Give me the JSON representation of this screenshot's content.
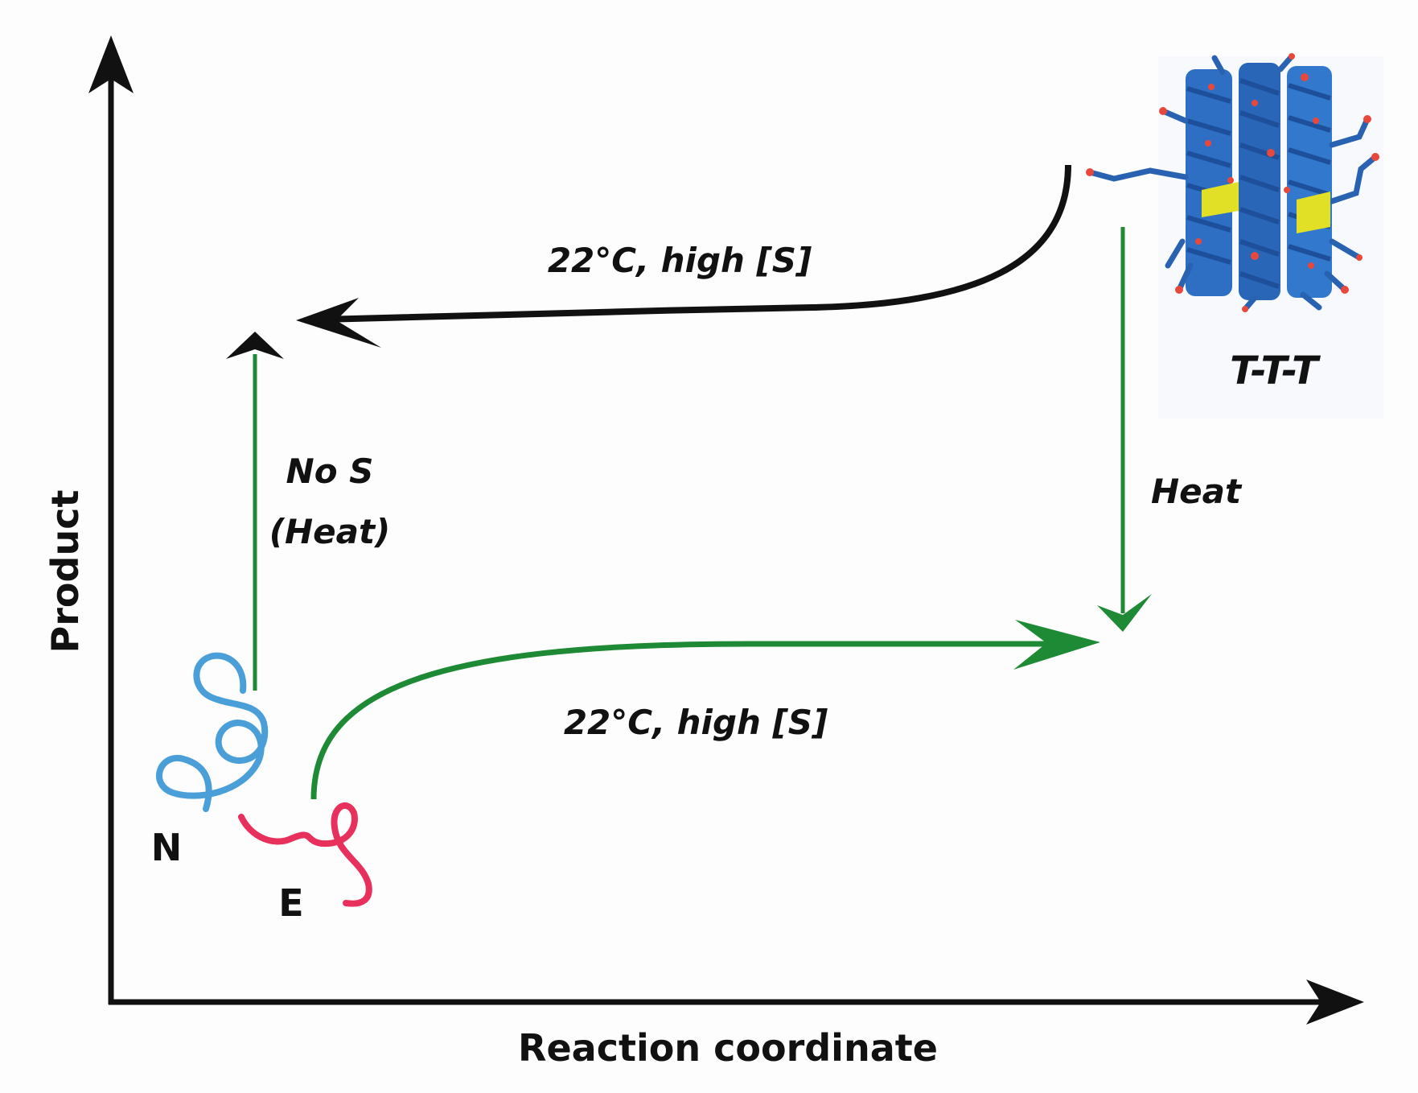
{
  "axes": {
    "x_label": "Reaction coordinate",
    "y_label": "Product"
  },
  "states": {
    "native": "N",
    "extended": "E",
    "product": "T-T-T"
  },
  "transitions": {
    "top_arrow": "22°C, high [S]",
    "bottom_arrow": "22°C, high [S]",
    "left_arrow_line1": "No S",
    "left_arrow_line2": "(Heat)",
    "right_arrow": "Heat"
  },
  "colors": {
    "axis": "#111111",
    "black_arrow": "#111111",
    "green_arrow": "#1e8a35",
    "native_coil": "#4a9fd8",
    "extended_coil": "#e8305c",
    "helix_blue": "#2e6fc4",
    "helix_dark": "#1d4f9a",
    "oxygen_red": "#e8483c",
    "beta_yellow": "#e2df27"
  }
}
